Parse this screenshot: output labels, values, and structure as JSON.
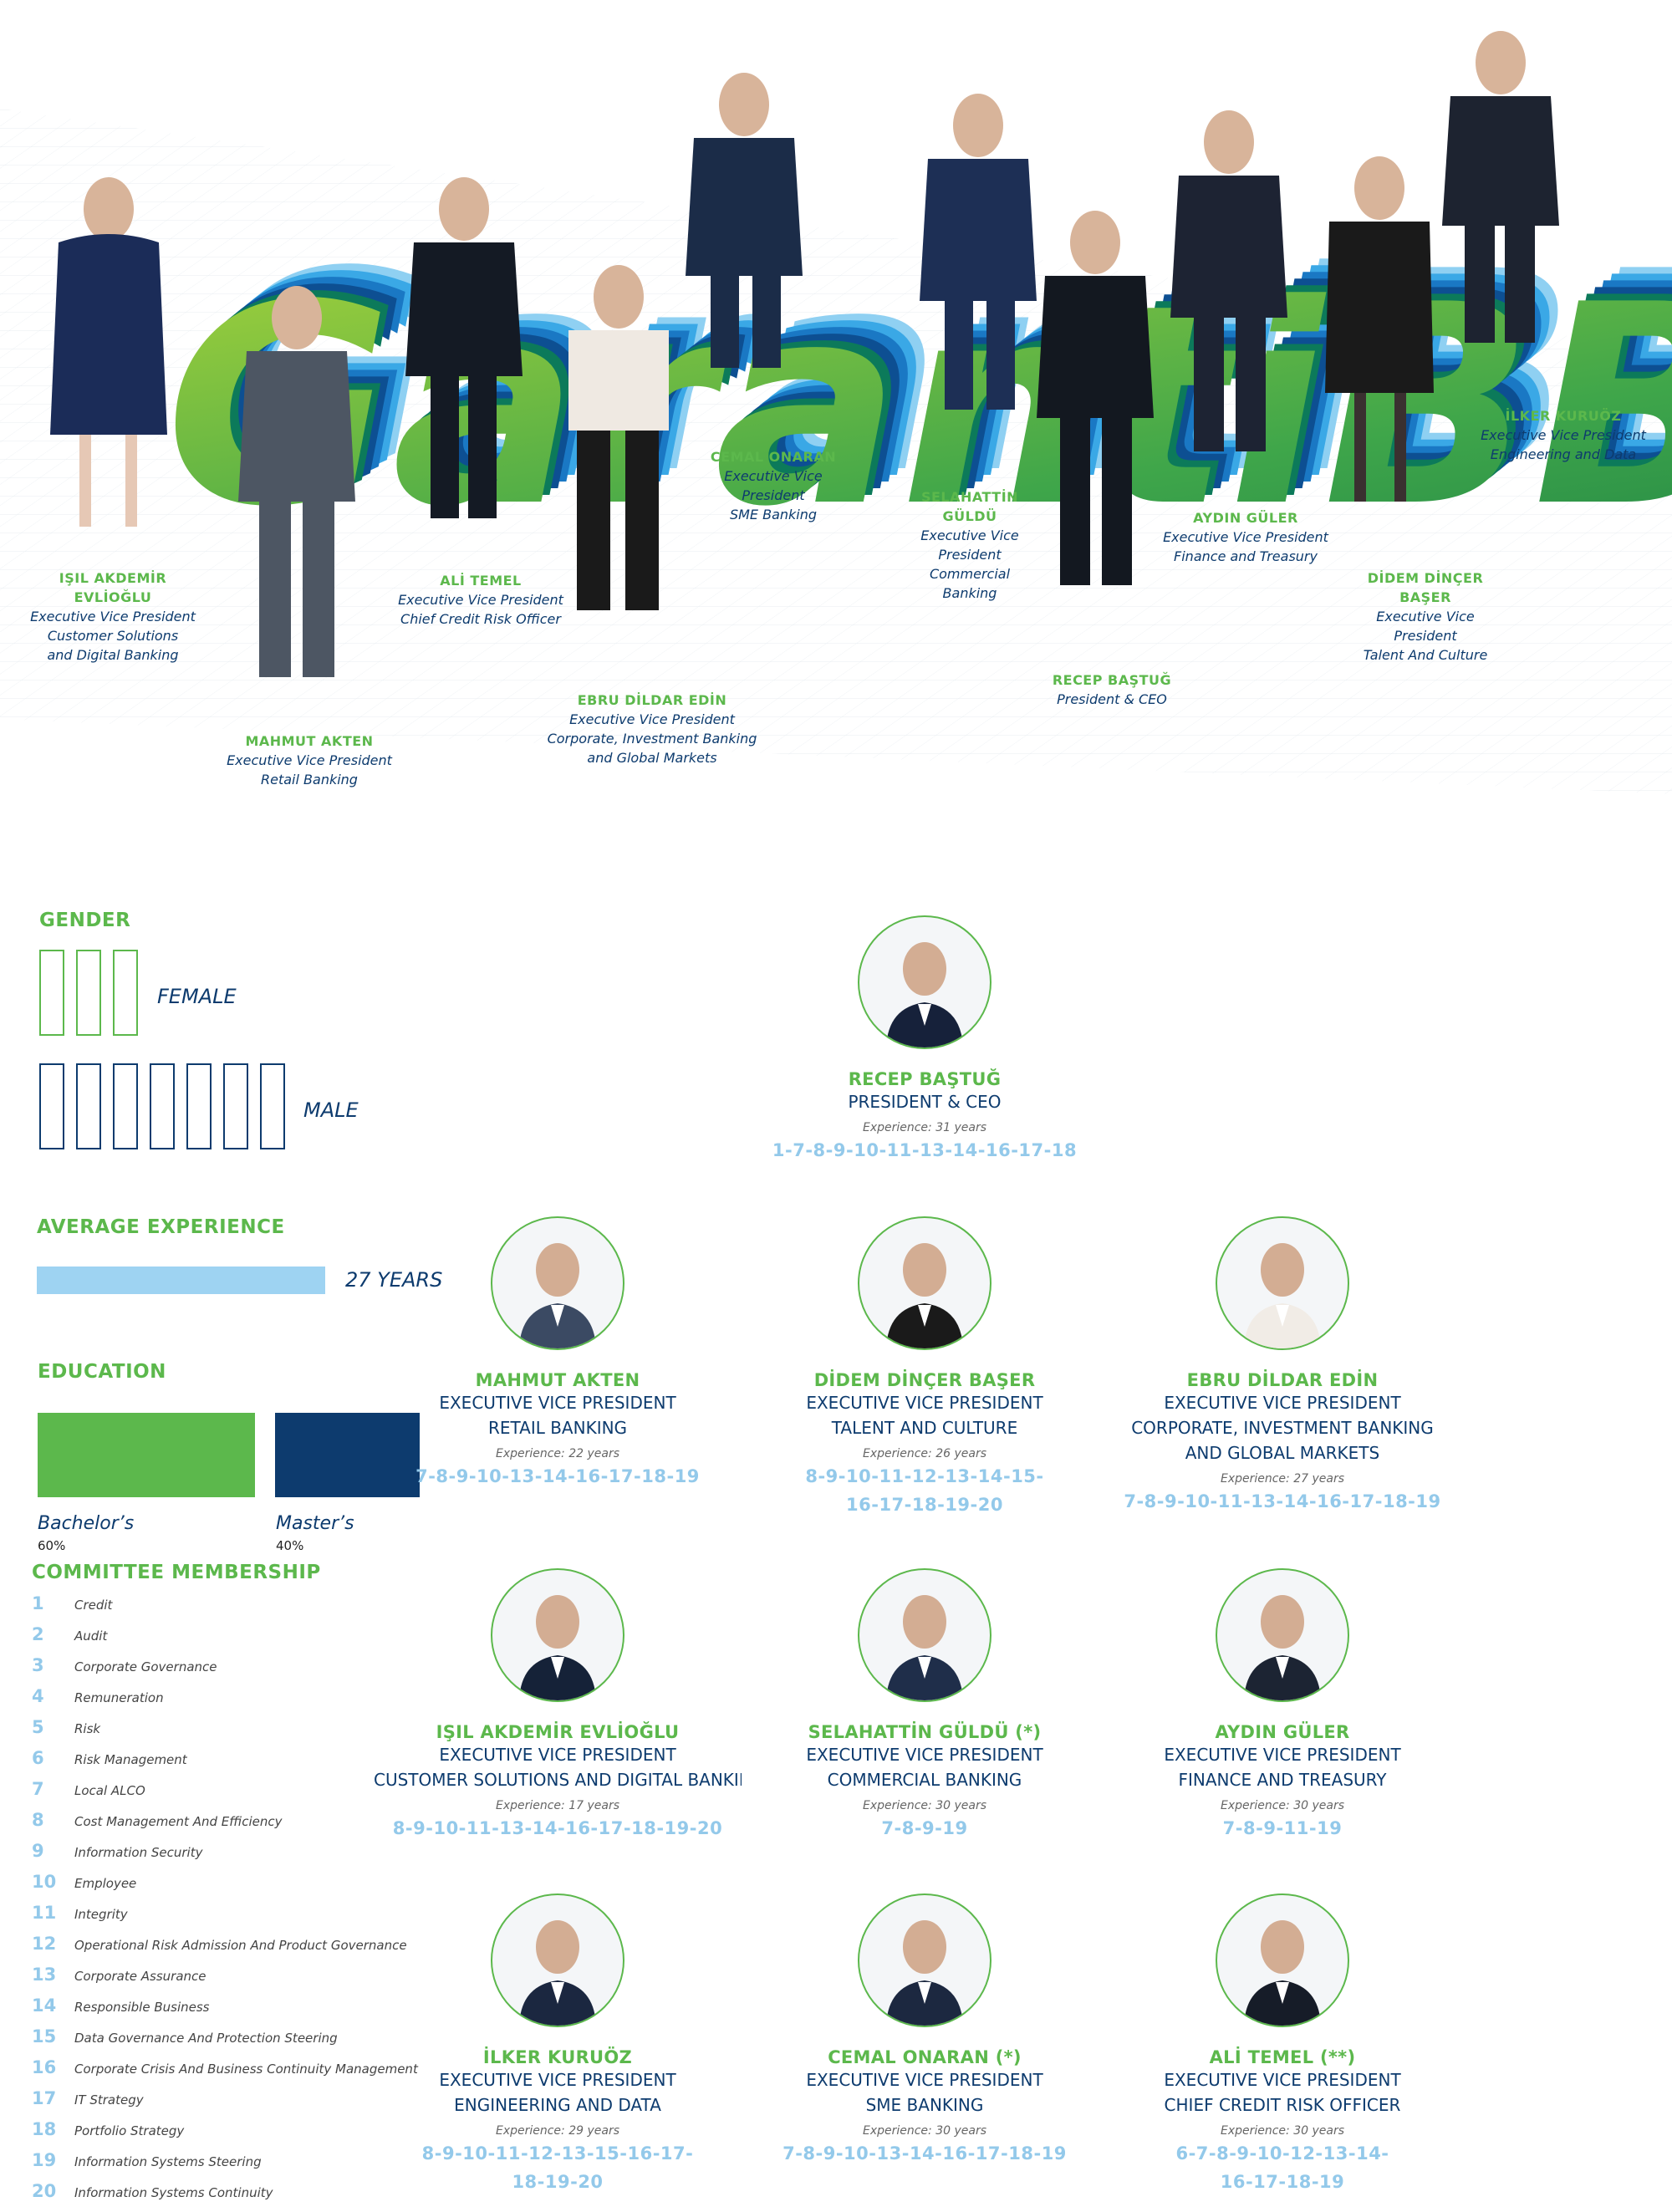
{
  "hero": {
    "brand": "GarantiBBVA",
    "people": [
      {
        "name": "IŞIL AKDEMİR EVLİOĞLU",
        "lines": [
          "Executive Vice President",
          "Customer Solutions",
          "and Digital Banking"
        ]
      },
      {
        "name": "MAHMUT AKTEN",
        "lines": [
          "Executive Vice President",
          "Retail Banking"
        ]
      },
      {
        "name": "ALİ TEMEL",
        "lines": [
          "Executive Vice President",
          "Chief Credit Risk Officer"
        ]
      },
      {
        "name": "EBRU DİLDAR EDİN",
        "lines": [
          "Executive Vice President",
          "Corporate, Investment Banking",
          "and Global Markets"
        ]
      },
      {
        "name": "CEMAL ONARAN",
        "lines": [
          "Executive Vice",
          "President",
          "SME Banking"
        ]
      },
      {
        "name": "SELAHATTİN GÜLDÜ",
        "lines": [
          "Executive Vice",
          "President",
          "Commercial",
          "Banking"
        ]
      },
      {
        "name": "RECEP BAŞTUĞ",
        "lines": [
          "President & CEO"
        ]
      },
      {
        "name": "AYDIN GÜLER",
        "lines": [
          "Executive Vice President",
          "Finance and Treasury"
        ]
      },
      {
        "name": "DİDEM DİNÇER BAŞER",
        "lines": [
          "Executive Vice",
          "President",
          "Talent And Culture"
        ]
      },
      {
        "name": "İLKER KURUÖZ",
        "lines": [
          "Executive Vice President",
          "Engineering and Data"
        ]
      }
    ]
  },
  "stats": {
    "gender_title": "GENDER",
    "female_label": "FEMALE",
    "female_count": 3,
    "male_label": "MALE",
    "male_count": 7,
    "experience_title": "AVERAGE EXPERIENCE",
    "experience_value": "27 YEARS",
    "education_title": "EDUCATION",
    "bachelor_label": "Bachelor’s",
    "bachelor_pct": "60%",
    "master_label": "Master’s",
    "master_pct": "40%",
    "colors": {
      "green": "#5cb84c",
      "navy": "#0d3b6e",
      "light_blue": "#93c9ea",
      "bar_blue": "#9ed3f2"
    }
  },
  "committee": {
    "title": "COMMITTEE MEMBERSHIP",
    "items": [
      {
        "num": "1",
        "label": "Credit"
      },
      {
        "num": "2",
        "label": "Audit"
      },
      {
        "num": "3",
        "label": "Corporate Governance"
      },
      {
        "num": "4",
        "label": "Remuneration"
      },
      {
        "num": "5",
        "label": "Risk"
      },
      {
        "num": "6",
        "label": "Risk Management"
      },
      {
        "num": "7",
        "label": "Local ALCO"
      },
      {
        "num": "8",
        "label": "Cost Management And Efficiency"
      },
      {
        "num": "9",
        "label": "Information Security"
      },
      {
        "num": "10",
        "label": "Employee"
      },
      {
        "num": "11",
        "label": "Integrity"
      },
      {
        "num": "12",
        "label": "Operational Risk Admission And Product Governance"
      },
      {
        "num": "13",
        "label": "Corporate Assurance"
      },
      {
        "num": "14",
        "label": "Responsible Business"
      },
      {
        "num": "15",
        "label": "Data Governance And Protection Steering"
      },
      {
        "num": "16",
        "label": "Corporate Crisis And Business Continuity Management"
      },
      {
        "num": "17",
        "label": "IT Strategy"
      },
      {
        "num": "18",
        "label": "Portfolio Strategy"
      },
      {
        "num": "19",
        "label": "Information Systems Steering"
      },
      {
        "num": "20",
        "label": "Information Systems Continuity"
      }
    ]
  },
  "cards": [
    {
      "name": "RECEP BAŞTUĞ",
      "title": [
        "PRESIDENT & CEO"
      ],
      "experience": "Experience: 31 years",
      "committees": [
        "1-7-8-9-10-11-13-14-16-17-18"
      ]
    },
    {
      "name": "MAHMUT AKTEN",
      "title": [
        "EXECUTIVE VICE PRESIDENT",
        "RETAIL BANKING"
      ],
      "experience": "Experience: 22 years",
      "committees": [
        "7-8-9-10-13-14-16-17-18-19"
      ]
    },
    {
      "name": "DİDEM DİNÇER BAŞER",
      "title": [
        "EXECUTIVE VICE PRESIDENT",
        "TALENT AND CULTURE"
      ],
      "experience": "Experience: 26 years",
      "committees": [
        "8-9-10-11-12-13-14-15-",
        "16-17-18-19-20"
      ]
    },
    {
      "name": "EBRU DİLDAR EDİN",
      "title": [
        "EXECUTIVE VICE PRESIDENT",
        "CORPORATE, INVESTMENT BANKING",
        "AND GLOBAL MARKETS"
      ],
      "experience": "Experience: 27 years",
      "committees": [
        "7-8-9-10-11-13-14-16-17-18-19"
      ]
    },
    {
      "name": "IŞIL AKDEMİR EVLİOĞLU",
      "title": [
        "EXECUTIVE VICE PRESIDENT",
        "CUSTOMER SOLUTIONS AND DIGITAL BANKING"
      ],
      "experience": "Experience: 17 years",
      "committees": [
        "8-9-10-11-13-14-16-17-18-19-20"
      ]
    },
    {
      "name": "SELAHATTİN GÜLDÜ (*)",
      "title": [
        "EXECUTIVE VICE PRESIDENT",
        "COMMERCIAL BANKING"
      ],
      "experience": "Experience: 30 years",
      "committees": [
        "7-8-9-19"
      ]
    },
    {
      "name": "AYDIN GÜLER",
      "title": [
        "EXECUTIVE VICE PRESIDENT",
        "FINANCE AND TREASURY"
      ],
      "experience": "Experience: 30 years",
      "committees": [
        "7-8-9-11-19"
      ]
    },
    {
      "name": "İLKER KURUÖZ",
      "title": [
        "EXECUTIVE VICE PRESIDENT",
        "ENGINEERING AND DATA"
      ],
      "experience": "Experience: 29 years",
      "committees": [
        "8-9-10-11-12-13-15-16-17-",
        "18-19-20"
      ]
    },
    {
      "name": "CEMAL ONARAN (*)",
      "title": [
        "EXECUTIVE VICE PRESIDENT",
        "SME BANKING"
      ],
      "experience": "Experience: 30 years",
      "committees": [
        "7-8-9-10-13-14-16-17-18-19"
      ]
    },
    {
      "name": "ALİ TEMEL (**)",
      "title": [
        "EXECUTIVE VICE PRESIDENT",
        "CHIEF CREDIT RISK OFFICER"
      ],
      "experience": "Experience: 30 years",
      "committees": [
        "6-7-8-9-10-12-13-14-",
        "16-17-18-19"
      ]
    }
  ]
}
